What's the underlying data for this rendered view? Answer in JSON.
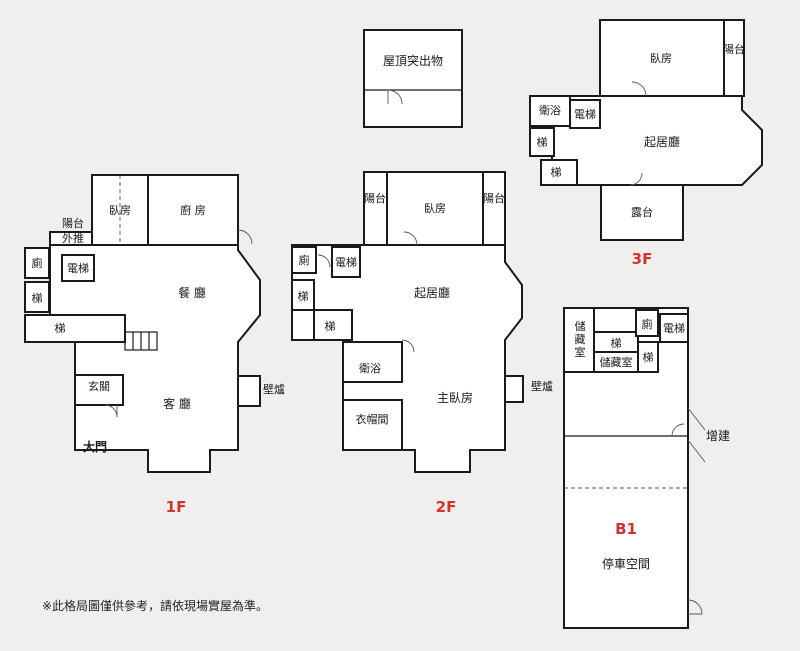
{
  "colors": {
    "floor_label": "#d0342c",
    "main_door": "#8a2be2",
    "roof_label": "#d0342c",
    "wall": "#1a1a1a",
    "background": "#f0efed"
  },
  "floors": {
    "f1": "1F",
    "f2": "2F",
    "f3": "3F",
    "b1": "B1"
  },
  "roof": {
    "label": "屋頂突出物"
  },
  "f1": {
    "bedroom": "臥房",
    "kitchen": "廚 房",
    "balcony_line1": "陽台",
    "balcony_line2": "外推",
    "toilet": "廁",
    "elevator": "電梯",
    "stairs_a": "梯",
    "stairs_b": "梯",
    "dining": "餐 廳",
    "entrance": "玄關",
    "living": "客 廳",
    "fireplace": "壁爐",
    "main_door": "大門"
  },
  "f2": {
    "balcony_left": "陽台",
    "bedroom": "臥房",
    "balcony_right": "陽台",
    "toilet": "廁",
    "elevator": "電梯",
    "stairs_a": "梯",
    "stairs_b": "梯",
    "family_room": "起居廳",
    "bathroom": "衛浴",
    "wardrobe": "衣帽間",
    "master_bedroom": "主臥房",
    "fireplace": "壁爐"
  },
  "f3": {
    "bedroom": "臥房",
    "balcony": "陽台",
    "bathroom": "衛浴",
    "elevator": "電梯",
    "stairs_a": "梯",
    "stairs_b": "梯",
    "family_room": "起居廳",
    "terrace": "露台"
  },
  "b1": {
    "storage_v": "儲藏室",
    "stairs_a": "梯",
    "stairs_b": "梯",
    "storage": "儲藏室",
    "toilet": "廁",
    "elevator": "電梯",
    "extension": "增建",
    "parking": "停車空間"
  },
  "note": "※此格局圖僅供參考，請依現場實屋為準。"
}
